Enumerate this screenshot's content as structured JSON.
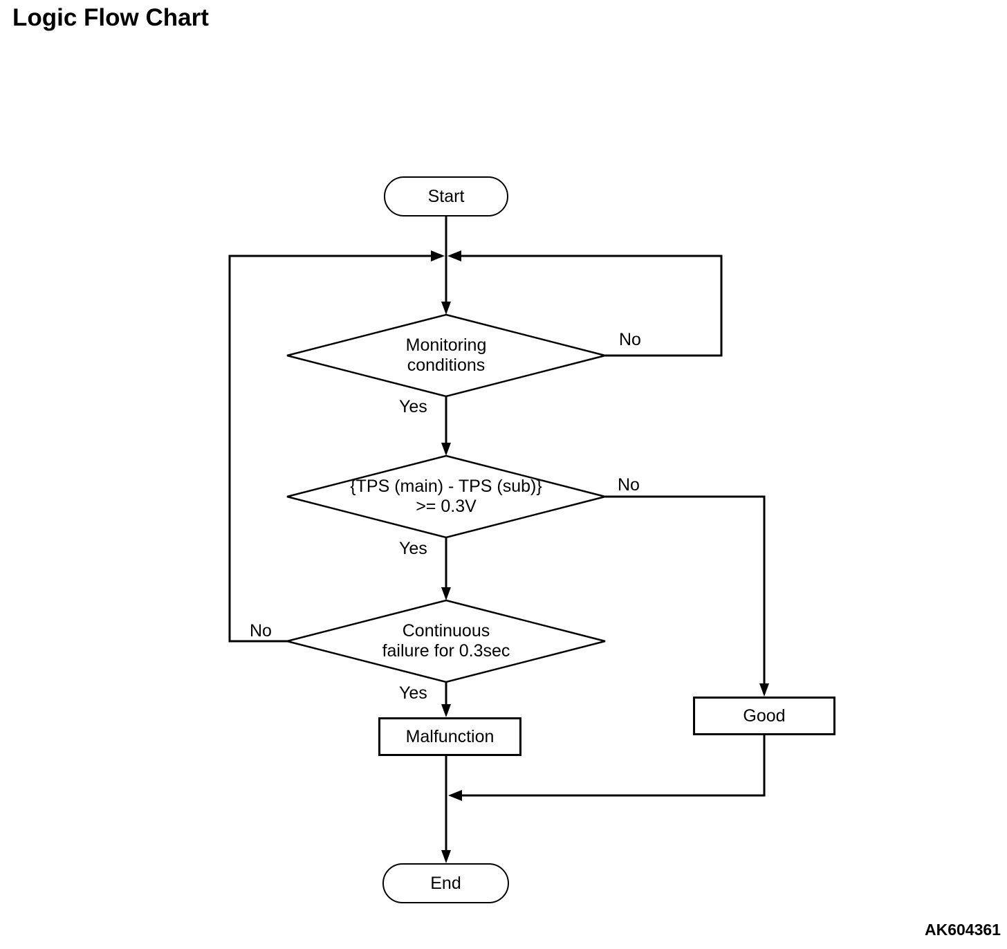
{
  "page": {
    "title": "Logic Flow Chart",
    "figure_code": "AK604361"
  },
  "flowchart": {
    "nodes": {
      "start": {
        "type": "terminator",
        "label": "Start"
      },
      "monitoring": {
        "type": "decision",
        "line1": "Monitoring",
        "line2": "conditions"
      },
      "tps": {
        "type": "decision",
        "line1": "{TPS (main) - TPS (sub)}",
        "line2": ">= 0.3V"
      },
      "continuous": {
        "type": "decision",
        "line1": "Continuous",
        "line2": "failure for 0.3sec"
      },
      "malfunction": {
        "type": "process",
        "label": "Malfunction"
      },
      "good": {
        "type": "process",
        "label": "Good"
      },
      "end": {
        "type": "terminator",
        "label": "End"
      }
    },
    "edge_labels": {
      "monitoring_yes": "Yes",
      "monitoring_no": "No",
      "tps_yes": "Yes",
      "tps_no": "No",
      "continuous_yes": "Yes",
      "continuous_no": "No"
    },
    "colors": {
      "line": "#000000",
      "background": "#ffffff",
      "text": "#000000"
    }
  }
}
